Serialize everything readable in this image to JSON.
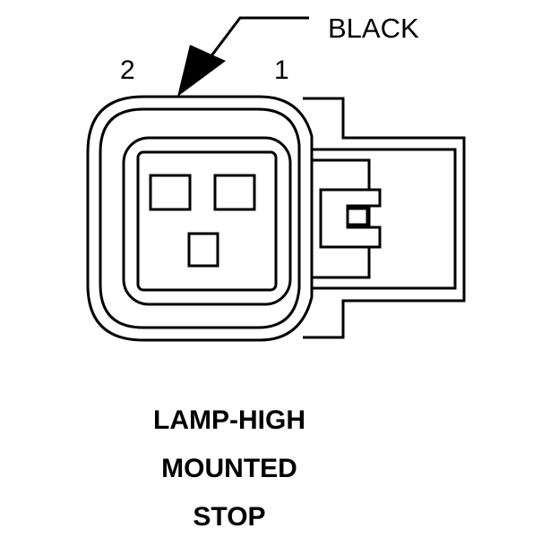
{
  "connector": {
    "color_label": "BLACK",
    "pin_labels": [
      "2",
      "1"
    ]
  },
  "caption": {
    "lines": [
      "LAMP-HIGH",
      "MOUNTED",
      "STOP"
    ]
  },
  "colors": {
    "ink": "#000000",
    "background": "#ffffff"
  }
}
